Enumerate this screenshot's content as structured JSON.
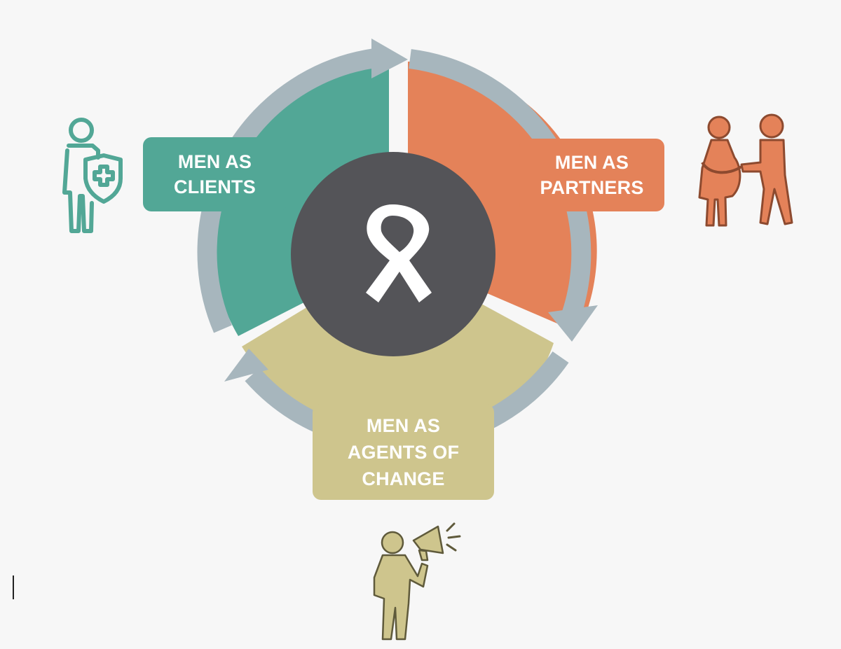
{
  "diagram": {
    "segments": [
      {
        "id": "clients",
        "color": "#52a796",
        "lines": [
          "MEN AS",
          "CLIENTS"
        ]
      },
      {
        "id": "partners",
        "color": "#e48259",
        "lines": [
          "MEN AS",
          "PARTNERS"
        ]
      },
      {
        "id": "agents",
        "color": "#cec58d",
        "lines": [
          "MEN AS",
          "AGENTS OF",
          "CHANGE"
        ]
      }
    ],
    "center": {
      "color": "#545458",
      "icon": "awareness-ribbon-icon"
    },
    "ring_color": "#a7b6bd",
    "icons": [
      {
        "id": "client",
        "name": "man-with-health-shield-icon",
        "color": "#52a796"
      },
      {
        "id": "partners",
        "name": "pregnant-woman-and-man-icon",
        "color": "#e48259"
      },
      {
        "id": "agents",
        "name": "man-with-megaphone-icon",
        "color": "#cec58d"
      }
    ]
  }
}
